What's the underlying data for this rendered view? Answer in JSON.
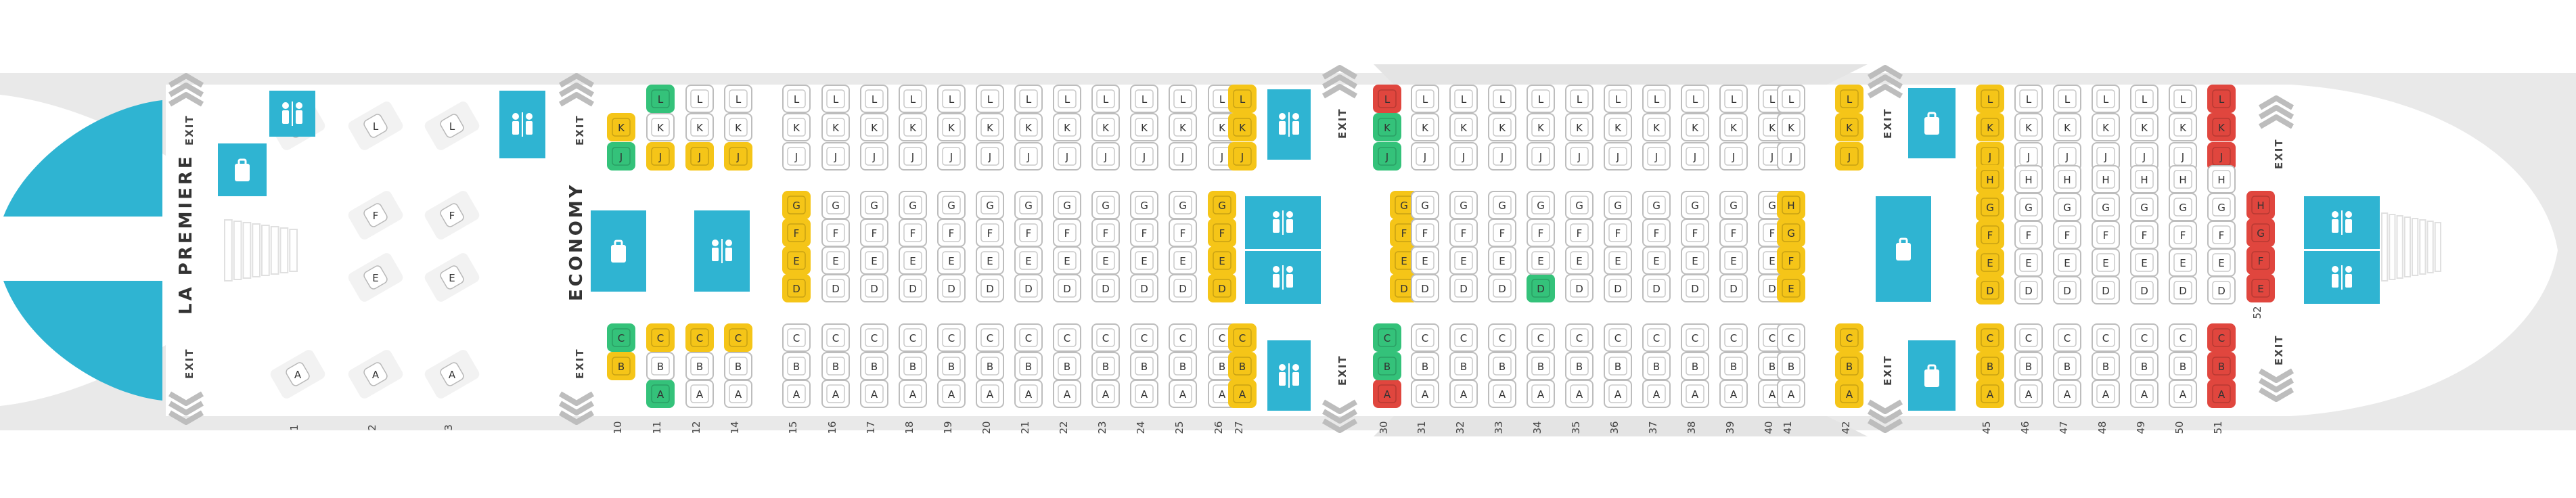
{
  "cabins": {
    "first": "LA PREMIERE",
    "economy": "ECONOMY"
  },
  "labels": {
    "exit": "EXIT"
  },
  "legend_colors": {
    "standard": "#ffffff",
    "extra_legroom": "#f5c518",
    "preferred": "#34c27a",
    "unavailable": "#e0463e",
    "facility": "#2fb4d2",
    "fuselage": "#e9e9e9"
  },
  "first_rows": [
    {
      "row": "1",
      "upper": "L",
      "mid_upper": "",
      "mid_lower": "",
      "lower": "A"
    },
    {
      "row": "2",
      "upper": "L",
      "mid_upper": "F",
      "mid_lower": "E",
      "lower": "A"
    },
    {
      "row": "3",
      "upper": "L",
      "mid_upper": "F",
      "mid_lower": "E",
      "lower": "A"
    }
  ],
  "econ_rows": [
    {
      "row": "10",
      "colors": {
        "J": "preferred",
        "K": "extra_legroom",
        "B": "extra_legroom",
        "C": "preferred"
      },
      "top": "JK",
      "mid": "",
      "bot": "BC"
    },
    {
      "row": "11",
      "colors": {
        "J": "extra_legroom",
        "K": "standard",
        "L": "preferred",
        "A": "preferred",
        "B": "standard",
        "C": "extra_legroom"
      },
      "top": "JKL",
      "mid": "",
      "bot": "ABC"
    },
    {
      "row": "12",
      "colors": {
        "J": "extra_legroom",
        "C": "extra_legroom"
      },
      "top": "JKL",
      "mid": "",
      "bot": "ABC"
    },
    {
      "row": "14",
      "colors": {
        "J": "extra_legroom",
        "C": "extra_legroom"
      },
      "top": "JKL",
      "mid": "",
      "bot": "ABC"
    },
    {
      "row": "15",
      "colors": {
        "D": "extra_legroom",
        "E": "extra_legroom",
        "F": "extra_legroom",
        "G": "extra_legroom"
      },
      "top": "JKL",
      "mid": "DEFG",
      "bot": "ABC"
    },
    {
      "row": "16",
      "colors": {},
      "top": "JKL",
      "mid": "DEFG",
      "bot": "ABC"
    },
    {
      "row": "17",
      "colors": {},
      "top": "JKL",
      "mid": "DEFG",
      "bot": "ABC"
    },
    {
      "row": "18",
      "colors": {},
      "top": "JKL",
      "mid": "DEFG",
      "bot": "ABC"
    },
    {
      "row": "19",
      "colors": {},
      "top": "JKL",
      "mid": "DEFG",
      "bot": "ABC"
    },
    {
      "row": "20",
      "colors": {},
      "top": "JKL",
      "mid": "DEFG",
      "bot": "ABC"
    },
    {
      "row": "21",
      "colors": {},
      "top": "JKL",
      "mid": "DEFG",
      "bot": "ABC"
    },
    {
      "row": "22",
      "colors": {},
      "top": "JKL",
      "mid": "DEFG",
      "bot": "ABC"
    },
    {
      "row": "23",
      "colors": {},
      "top": "JKL",
      "mid": "DEFG",
      "bot": "ABC"
    },
    {
      "row": "24",
      "colors": {},
      "top": "JKL",
      "mid": "DEFG",
      "bot": "ABC"
    },
    {
      "row": "25",
      "colors": {},
      "top": "JKL",
      "mid": "DEFG",
      "bot": "ABC"
    },
    {
      "row": "26",
      "colors": {
        "D": "extra_legroom",
        "E": "extra_legroom",
        "F": "extra_legroom",
        "G": "extra_legroom"
      },
      "top": "JKL",
      "mid": "DEFG",
      "bot": "ABC"
    },
    {
      "row": "27",
      "colors": {
        "J": "extra_legroom",
        "K": "extra_legroom",
        "L": "extra_legroom",
        "A": "extra_legroom",
        "B": "extra_legroom",
        "C": "extra_legroom"
      },
      "top": "JKL",
      "mid": "",
      "bot": "ABC"
    },
    {
      "row": "30",
      "colors": {
        "J": "preferred",
        "K": "preferred",
        "L": "unavailable",
        "A": "unavailable",
        "B": "preferred",
        "C": "preferred",
        "D": "extra_legroom",
        "E": "extra_legroom",
        "F": "extra_legroom",
        "G": "extra_legroom"
      },
      "top": "JKL",
      "mid": "DEFG",
      "bot": "ABC"
    },
    {
      "row": "31",
      "colors": {},
      "top": "JKL",
      "mid": "DEFG",
      "bot": "ABC"
    },
    {
      "row": "32",
      "colors": {},
      "top": "JKL",
      "mid": "DEFG",
      "bot": "ABC"
    },
    {
      "row": "33",
      "colors": {},
      "top": "JKL",
      "mid": "DEFG",
      "bot": "ABC"
    },
    {
      "row": "34",
      "colors": {
        "D": "preferred"
      },
      "top": "JKL",
      "mid": "DEFG",
      "bot": "ABC"
    },
    {
      "row": "35",
      "colors": {},
      "top": "JKL",
      "mid": "DEFG",
      "bot": "ABC"
    },
    {
      "row": "36",
      "colors": {},
      "top": "JKL",
      "mid": "DEFG",
      "bot": "ABC"
    },
    {
      "row": "37",
      "colors": {},
      "top": "JKL",
      "mid": "DEFG",
      "bot": "ABC"
    },
    {
      "row": "38",
      "colors": {},
      "top": "JKL",
      "mid": "DEFG",
      "bot": "ABC"
    },
    {
      "row": "39",
      "colors": {},
      "top": "JKL",
      "mid": "DEFG",
      "bot": "ABC"
    },
    {
      "row": "40",
      "colors": {},
      "top": "JKL",
      "mid": "DEFG",
      "bot": "ABC"
    },
    {
      "row": "41",
      "colors": {
        "E": "extra_legroom",
        "F": "extra_legroom",
        "G": "extra_legroom",
        "H": "extra_legroom"
      },
      "top": "JKL",
      "mid": "EFGH",
      "bot": "ABC"
    },
    {
      "row": "42",
      "colors": {
        "J": "extra_legroom",
        "K": "extra_legroom",
        "L": "extra_legroom",
        "A": "extra_legroom",
        "B": "extra_legroom",
        "C": "extra_legroom"
      },
      "top": "JKL",
      "mid": "",
      "bot": "ABC"
    },
    {
      "row": "45",
      "colors": {
        "J": "extra_legroom",
        "K": "extra_legroom",
        "L": "extra_legroom",
        "A": "extra_legroom",
        "B": "extra_legroom",
        "C": "extra_legroom",
        "D": "extra_legroom",
        "E": "extra_legroom",
        "F": "extra_legroom",
        "G": "extra_legroom",
        "H": "extra_legroom"
      },
      "top": "JKL",
      "mid": "DEFGH",
      "bot": "ABC"
    },
    {
      "row": "46",
      "colors": {},
      "top": "JKL",
      "mid": "DEFGH",
      "bot": "ABC"
    },
    {
      "row": "47",
      "colors": {},
      "top": "JKL",
      "mid": "DEFGH",
      "bot": "ABC"
    },
    {
      "row": "48",
      "colors": {},
      "top": "JKL",
      "mid": "DEFGH",
      "bot": "ABC"
    },
    {
      "row": "49",
      "colors": {},
      "top": "JKL",
      "mid": "DEFGH",
      "bot": "ABC"
    },
    {
      "row": "50",
      "colors": {},
      "top": "JKL",
      "mid": "DEFGH",
      "bot": "ABC"
    },
    {
      "row": "51",
      "colors": {
        "J": "unavailable",
        "K": "unavailable",
        "L": "unavailable",
        "A": "unavailable",
        "B": "unavailable",
        "C": "unavailable"
      },
      "top": "JKL",
      "mid": "DEFGH",
      "bot": "ABC"
    },
    {
      "row": "52",
      "colors": {
        "E": "unavailable",
        "F": "unavailable",
        "G": "unavailable",
        "H": "unavailable"
      },
      "top": "",
      "mid": "EFGH",
      "bot": ""
    }
  ]
}
